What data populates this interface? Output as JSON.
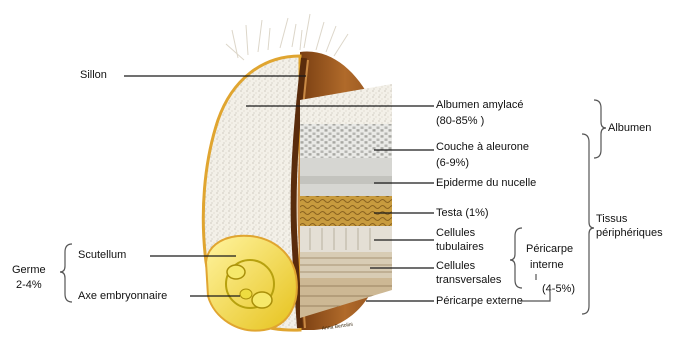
{
  "labels": {
    "sillon": "Sillon",
    "albumen_amylace": "Albumen amylacé",
    "albumen_amylace_pct": "(80-85% )",
    "couche_aleurone": "Couche à aleurone",
    "couche_aleurone_pct": "(6-9%)",
    "epiderme_nucelle": "Epiderme du nucelle",
    "testa": "Testa (1%)",
    "cellules_tubulaires_1": "Cellules",
    "cellules_tubulaires_2": "tubulaires",
    "cellules_transversales_1": "Cellules",
    "cellules_transversales_2": "transversales",
    "pericarpe_externe": "Péricarpe externe",
    "pericarpe_interne_1": "Péricarpe",
    "pericarpe_interne_2": "interne",
    "pericarpe_pct": "(4-5%)",
    "albumen": "Albumen",
    "tissus_1": "Tissus",
    "tissus_2": "périphériques",
    "scutellum": "Scutellum",
    "axe_embryonnaire": "Axe embryonnaire",
    "germe_1": "Germe",
    "germe_2": "2-4%"
  },
  "colors": {
    "grain_outline": "#e0a530",
    "bran_brown": "#9a5a22",
    "albumen_white": "#f1ede4",
    "germ_yellow": "#f2dc3a",
    "testa_gold": "#c89a3a",
    "line": "#1a1a1a",
    "bracket": "#555555"
  }
}
